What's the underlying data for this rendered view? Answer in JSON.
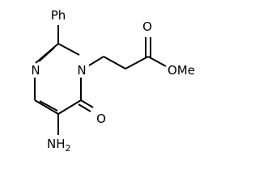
{
  "structure": {
    "substituent_phenyl": "Ph",
    "ester_methyl": "OMe",
    "ring_n3": "N",
    "ring_n1": "N",
    "carbonyl_o_ring": "O",
    "carbonyl_o_ester": "O",
    "amino_n": "NH",
    "amino_subscript": "2"
  }
}
